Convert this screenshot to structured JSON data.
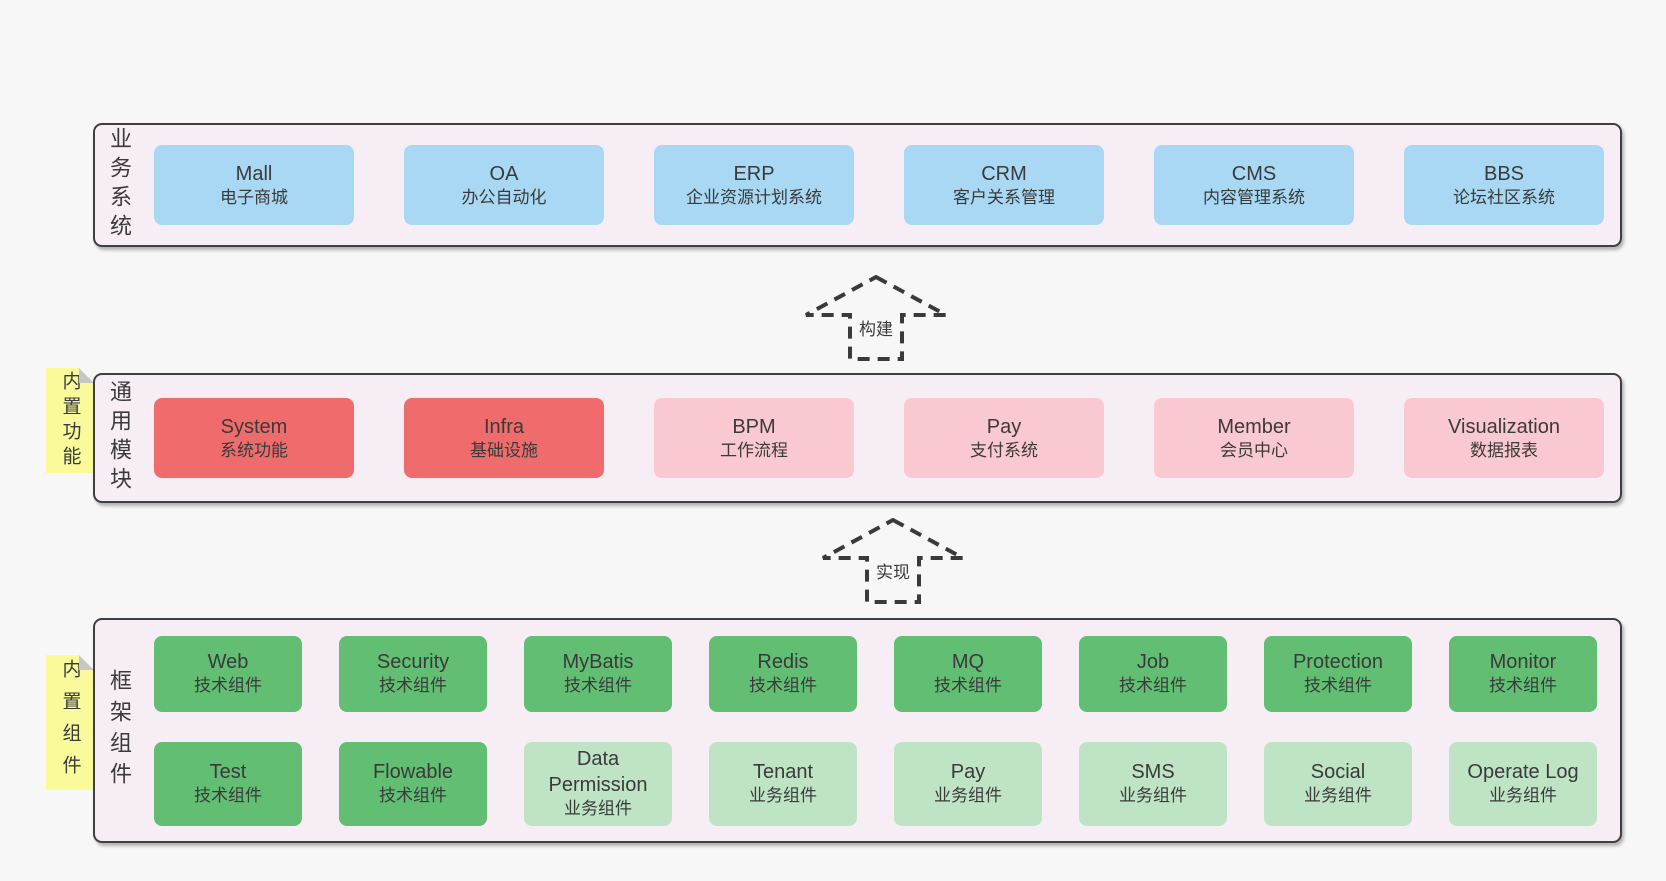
{
  "colors": {
    "page_bg": "#f7f7f7",
    "band_bg": "#f7edf5",
    "band_border": "#3f3f3f",
    "blue_box": "#a8d8f3",
    "red_box": "#f06c6c",
    "pink_box": "#fac8d0",
    "green_dark_box": "#61be73",
    "green_light_box": "#bee3c5",
    "note_yellow": "#fafa9b",
    "text": "#3a3a3a"
  },
  "arrows": [
    {
      "label": "构建"
    },
    {
      "label": "实现"
    }
  ],
  "notes": [
    {
      "label": "内置功能"
    },
    {
      "label": "内置组件"
    }
  ],
  "bands": [
    {
      "label": "业务系统",
      "boxes": [
        {
          "title": "Mall",
          "subtitle": "电子商城"
        },
        {
          "title": "OA",
          "subtitle": "办公自动化"
        },
        {
          "title": "ERP",
          "subtitle": "企业资源计划系统"
        },
        {
          "title": "CRM",
          "subtitle": "客户关系管理"
        },
        {
          "title": "CMS",
          "subtitle": "内容管理系统"
        },
        {
          "title": "BBS",
          "subtitle": "论坛社区系统"
        }
      ]
    },
    {
      "label": "通用模块",
      "boxes": [
        {
          "title": "System",
          "subtitle": "系统功能"
        },
        {
          "title": "Infra",
          "subtitle": "基础设施"
        },
        {
          "title": "BPM",
          "subtitle": "工作流程"
        },
        {
          "title": "Pay",
          "subtitle": "支付系统"
        },
        {
          "title": "Member",
          "subtitle": "会员中心"
        },
        {
          "title": "Visualization",
          "subtitle": "数据报表"
        }
      ]
    },
    {
      "label": "框架组件",
      "rows": [
        [
          {
            "title": "Web",
            "subtitle": "技术组件"
          },
          {
            "title": "Security",
            "subtitle": "技术组件"
          },
          {
            "title": "MyBatis",
            "subtitle": "技术组件"
          },
          {
            "title": "Redis",
            "subtitle": "技术组件"
          },
          {
            "title": "MQ",
            "subtitle": "技术组件"
          },
          {
            "title": "Job",
            "subtitle": "技术组件"
          },
          {
            "title": "Protection",
            "subtitle": "技术组件"
          },
          {
            "title": "Monitor",
            "subtitle": "技术组件"
          }
        ],
        [
          {
            "title": "Test",
            "subtitle": "技术组件"
          },
          {
            "title": "Flowable",
            "subtitle": "技术组件"
          },
          {
            "title": "Data Permission",
            "subtitle": "业务组件"
          },
          {
            "title": "Tenant",
            "subtitle": "业务组件"
          },
          {
            "title": "Pay",
            "subtitle": "业务组件"
          },
          {
            "title": "SMS",
            "subtitle": "业务组件"
          },
          {
            "title": "Social",
            "subtitle": "业务组件"
          },
          {
            "title": "Operate Log",
            "subtitle": "业务组件"
          }
        ]
      ]
    }
  ]
}
